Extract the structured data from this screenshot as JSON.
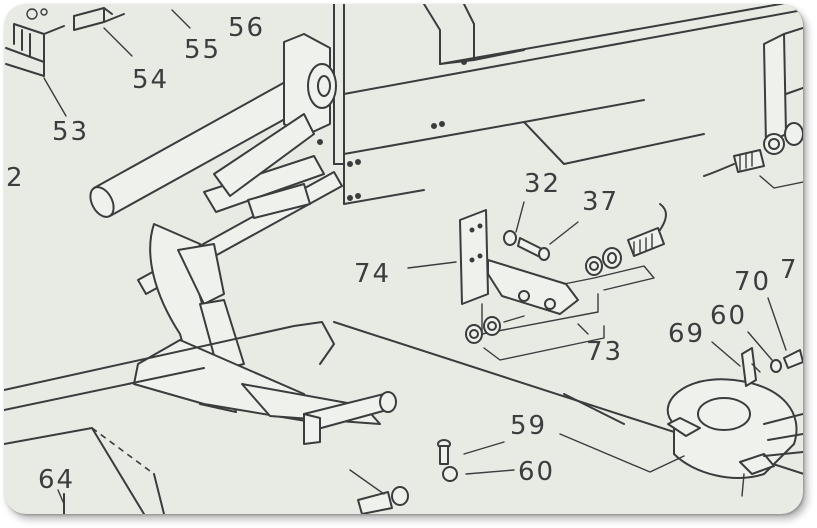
{
  "colors": {
    "paper": "#e7ebe4",
    "ink": "#3a3c3d"
  },
  "labels": {
    "l2": "2",
    "l32": "32",
    "l37": "37",
    "l53": "53",
    "l54": "54",
    "l55": "55",
    "l56": "56",
    "l59": "59",
    "l60a": "60",
    "l60b": "60",
    "l64": "64",
    "l69": "69",
    "l70": "70",
    "l7": "7",
    "l73": "73",
    "l74": "74"
  }
}
